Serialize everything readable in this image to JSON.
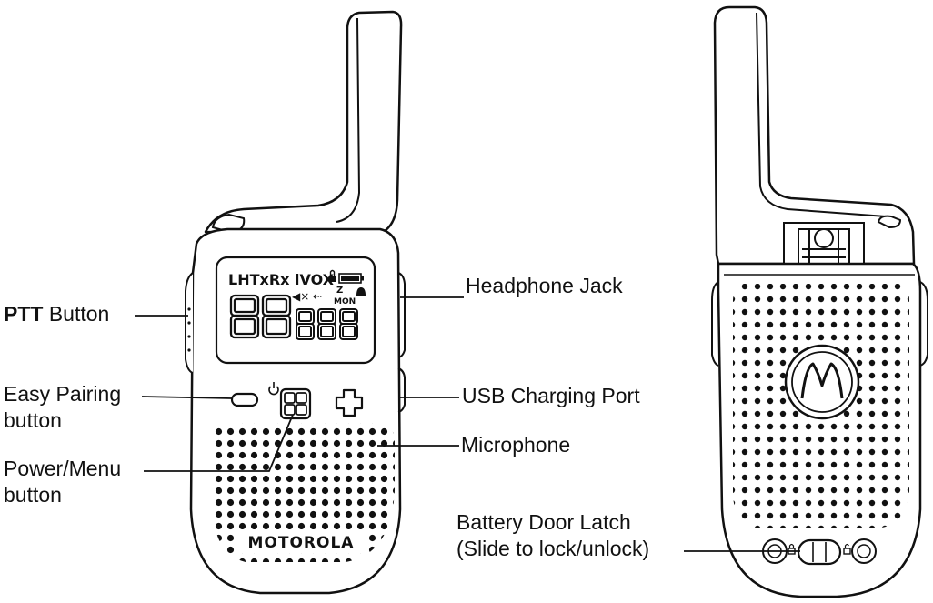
{
  "labels": {
    "ptt_bold": "PTT",
    "ptt_rest": " Button",
    "easy_pairing_line1": "Easy Pairing",
    "easy_pairing_line2": "button",
    "power_menu_line1": "Power/Menu",
    "power_menu_line2": "button",
    "headphone_jack": "Headphone Jack",
    "usb_charging_port": "USB Charging Port",
    "microphone": "Microphone",
    "battery_latch_line1": "Battery Door Latch",
    "battery_latch_line2": "(Slide to lock/unlock)"
  },
  "display": {
    "status_icons_text": "LHTxRx iVOX",
    "mon_text": "MON",
    "digits_large": "88",
    "digits_small": "888"
  },
  "brand": {
    "front_logo": "MOTOROLA",
    "back_logo_glyph": "M"
  }
}
